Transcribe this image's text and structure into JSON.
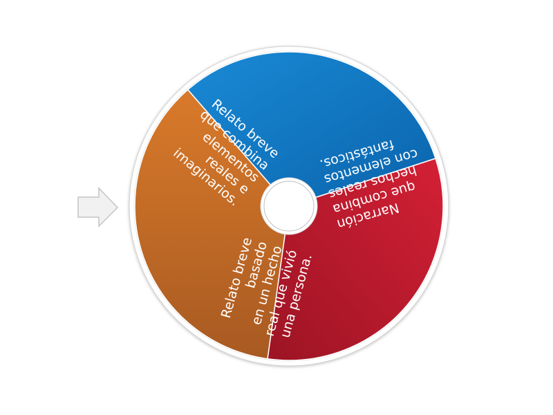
{
  "wheel": {
    "segments": [
      {
        "lines": [
          "Relato breve",
          "basado",
          "en un hecho",
          "real que vivió",
          "una persona."
        ],
        "color_light": "#1a8ad6",
        "color_dark": "#0a63ab"
      },
      {
        "lines": [
          "Relato breve",
          "que combina",
          "elementos",
          "reales e",
          "imaginarios."
        ],
        "color_light": "#d42035",
        "color_dark": "#9c1424"
      },
      {
        "lines": [
          "Narración",
          "que combina",
          "hechos reales",
          "con elementos",
          "fantásticos."
        ],
        "color_light": "#d97a2a",
        "color_dark": "#a85a22"
      }
    ],
    "pointer_icon": "arrow-right-icon",
    "hub_icon": "wheel-hub-icon"
  }
}
